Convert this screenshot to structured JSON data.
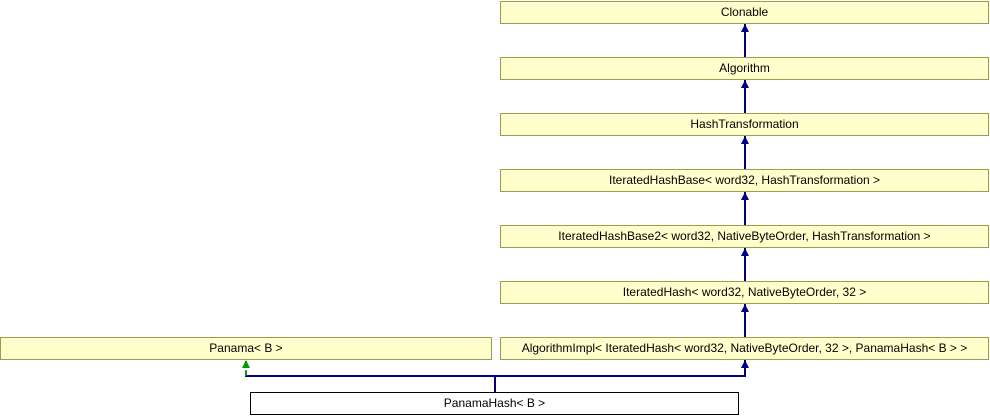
{
  "diagram": {
    "kind": "class-inheritance-graph",
    "nodes": [
      {
        "id": "clonable",
        "label": "Clonable"
      },
      {
        "id": "algorithm",
        "label": "Algorithm"
      },
      {
        "id": "hashtransformation",
        "label": "HashTransformation"
      },
      {
        "id": "iteratedhashbase",
        "label": "IteratedHashBase< word32, HashTransformation >"
      },
      {
        "id": "iteratedhashbase2",
        "label": "IteratedHashBase2< word32, NativeByteOrder, HashTransformation >"
      },
      {
        "id": "iteratedhash",
        "label": "IteratedHash< word32, NativeByteOrder, 32 >"
      },
      {
        "id": "algorithmimpl",
        "label": "AlgorithmImpl< IteratedHash< word32, NativeByteOrder, 32 >, PanamaHash< B > >"
      },
      {
        "id": "panama",
        "label": "Panama< B >"
      },
      {
        "id": "panamahash",
        "label": "PanamaHash< B >",
        "focus": true
      }
    ],
    "edges": [
      {
        "from": "Algorithm",
        "to": "Clonable",
        "style": "solid",
        "color": "#000080"
      },
      {
        "from": "HashTransformation",
        "to": "Algorithm",
        "style": "solid",
        "color": "#000080"
      },
      {
        "from": "IteratedHashBase< word32, HashTransformation >",
        "to": "HashTransformation",
        "style": "solid",
        "color": "#000080"
      },
      {
        "from": "IteratedHashBase2< word32, NativeByteOrder, HashTransformation >",
        "to": "IteratedHashBase< word32, HashTransformation >",
        "style": "solid",
        "color": "#000080"
      },
      {
        "from": "IteratedHash< word32, NativeByteOrder, 32 >",
        "to": "IteratedHashBase2< word32, NativeByteOrder, HashTransformation >",
        "style": "solid",
        "color": "#000080"
      },
      {
        "from": "AlgorithmImpl< IteratedHash< word32, NativeByteOrder, 32 >, PanamaHash< B > >",
        "to": "IteratedHash< word32, NativeByteOrder, 32 >",
        "style": "solid",
        "color": "#000080"
      },
      {
        "from": "PanamaHash< B >",
        "to": "AlgorithmImpl< IteratedHash< word32, NativeByteOrder, 32 >, PanamaHash< B > >",
        "style": "solid",
        "color": "#000080"
      },
      {
        "from": "PanamaHash< B >",
        "to": "Panama< B >",
        "style": "dashed",
        "color": "#009900"
      }
    ],
    "colors": {
      "node_fill": "#ffffcc",
      "node_border": "#9b9b4c",
      "focus_node_fill": "#ffffff",
      "focus_node_border": "#000000",
      "inheritance_arrow": "#000080",
      "dashed_arrow": "#009900",
      "background": "#ffffff"
    }
  }
}
